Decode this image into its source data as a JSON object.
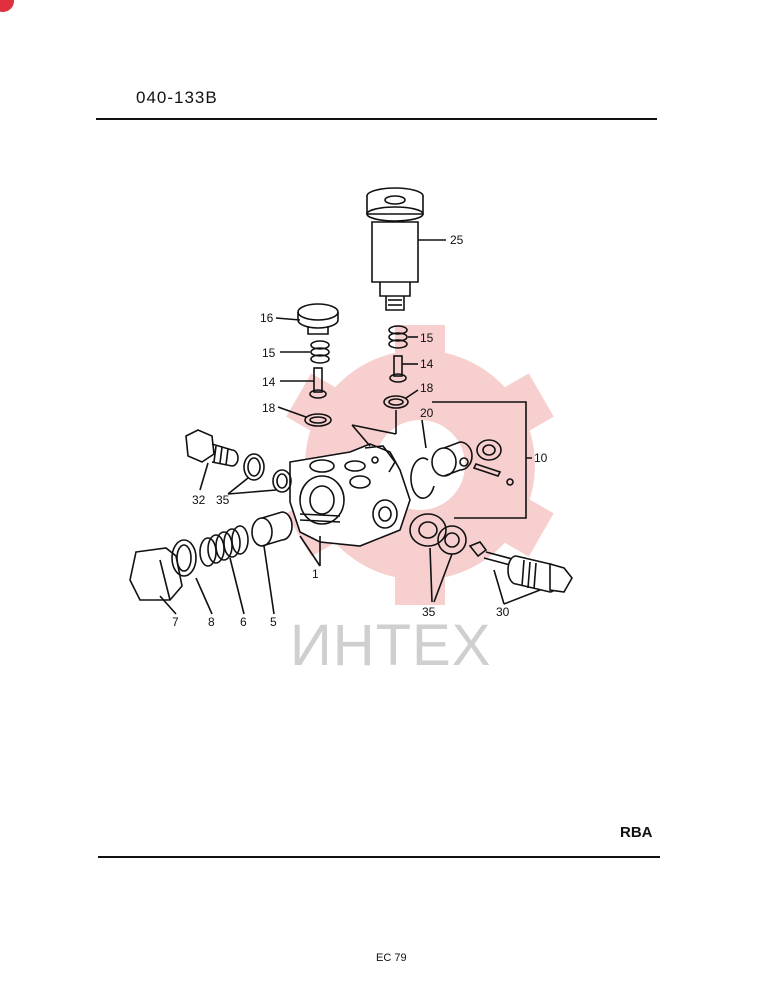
{
  "header": {
    "code": "040-133B"
  },
  "footer": {
    "rba": "RBA",
    "page": "EC 79"
  },
  "watermark": {
    "text": "ИНТЕХ",
    "color": "#f3b8b8"
  },
  "labels": {
    "l25": "25",
    "l16": "16",
    "l15a": "15",
    "l15b": "15",
    "l14a": "14",
    "l14b": "14",
    "l18a": "18",
    "l18b": "18",
    "l20": "20",
    "l10": "10",
    "l32": "32",
    "l35a": "35",
    "l35b": "35",
    "l1": "1",
    "l7": "7",
    "l8": "8",
    "l6": "6",
    "l5": "5",
    "l30": "30"
  }
}
